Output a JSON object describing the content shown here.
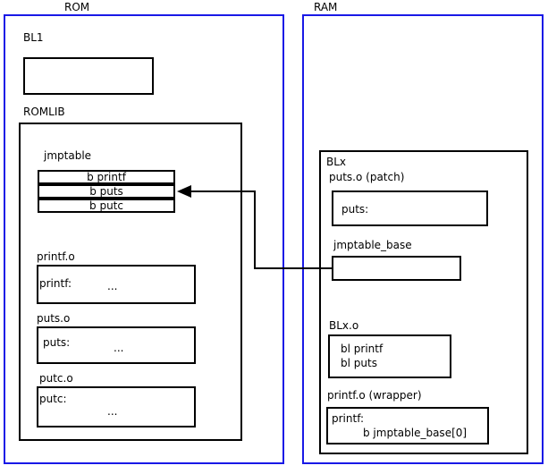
{
  "diagram": {
    "title_regions": [
      {
        "name": "ROM",
        "label": "ROM"
      },
      {
        "name": "RAM",
        "label": "RAM"
      }
    ],
    "rom": {
      "label": "ROM",
      "bl1": {
        "label": "BL1",
        "body": ""
      },
      "romlib": {
        "label": "ROMLIB",
        "jmptable": {
          "label": "jmptable",
          "entries": [
            "b printf",
            "b puts",
            "b putc"
          ]
        },
        "objects": [
          {
            "label": "printf.o",
            "symbol": "printf:",
            "ellipsis": "..."
          },
          {
            "label": "puts.o",
            "symbol": "puts:",
            "ellipsis": "..."
          },
          {
            "label": "putc.o",
            "symbol": "putc:",
            "ellipsis": "..."
          }
        ]
      }
    },
    "ram": {
      "label": "RAM",
      "blx": {
        "label": "BLx",
        "patch": {
          "label": "puts.o (patch)",
          "symbol": "puts:"
        },
        "jmptable_base": {
          "label": "jmptable_base",
          "body": ""
        },
        "blx_o": {
          "label": "BLx.o",
          "line1": "bl printf",
          "line2": "bl puts"
        },
        "wrapper": {
          "label": "printf.o (wrapper)",
          "line1": "printf:",
          "line2": "b jmptable_base[0]"
        }
      }
    },
    "connector": {
      "name": "jmptable-base-to-b-puts-arrow",
      "from": "jmptable_base",
      "to": "b puts",
      "arrowhead": "left"
    },
    "colors": {
      "region_border": "#1919e6",
      "box_border": "#000000",
      "background": "#ffffff",
      "text": "#000000"
    }
  }
}
